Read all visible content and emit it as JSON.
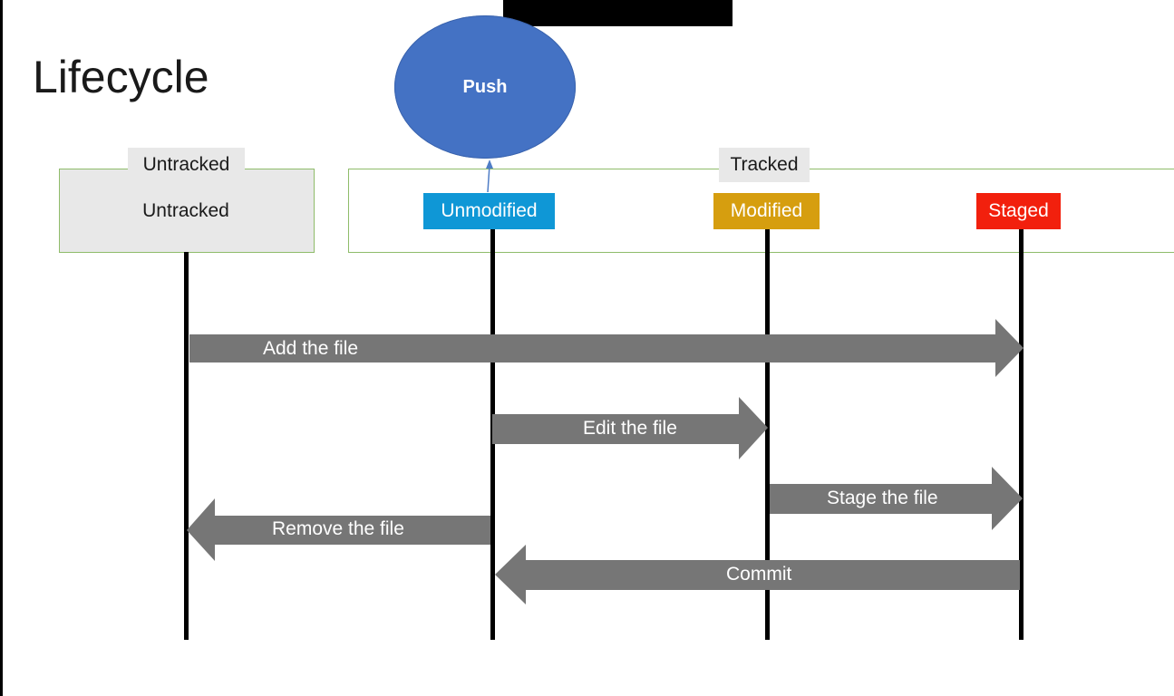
{
  "slide": {
    "title": "Lifecycle"
  },
  "push_node": {
    "label": "Push",
    "color": "#4472c4"
  },
  "groups": {
    "untracked": {
      "label": "Untracked",
      "fill": "#e8e8e8",
      "border": "#8fbc6a"
    },
    "tracked": {
      "label": "Tracked",
      "fill": "#ffffff",
      "border": "#8fbc6a"
    }
  },
  "states": {
    "untracked": {
      "label": "Untracked"
    },
    "unmodified": {
      "label": "Unmodified",
      "color": "#0f97d6"
    },
    "modified": {
      "label": "Modified",
      "color": "#d69e0f"
    },
    "staged": {
      "label": "Staged",
      "color": "#f2200d"
    }
  },
  "transitions": [
    {
      "label": "Add the file",
      "from": "Untracked",
      "to": "Staged"
    },
    {
      "label": "Edit the file",
      "from": "Unmodified",
      "to": "Modified"
    },
    {
      "label": "Stage the file",
      "from": "Modified",
      "to": "Staged"
    },
    {
      "label": "Remove the file",
      "from": "Unmodified",
      "to": "Untracked"
    },
    {
      "label": "Commit",
      "from": "Staged",
      "to": "Unmodified"
    }
  ],
  "arrow_color": "#767676",
  "lifeline_color": "#000000"
}
